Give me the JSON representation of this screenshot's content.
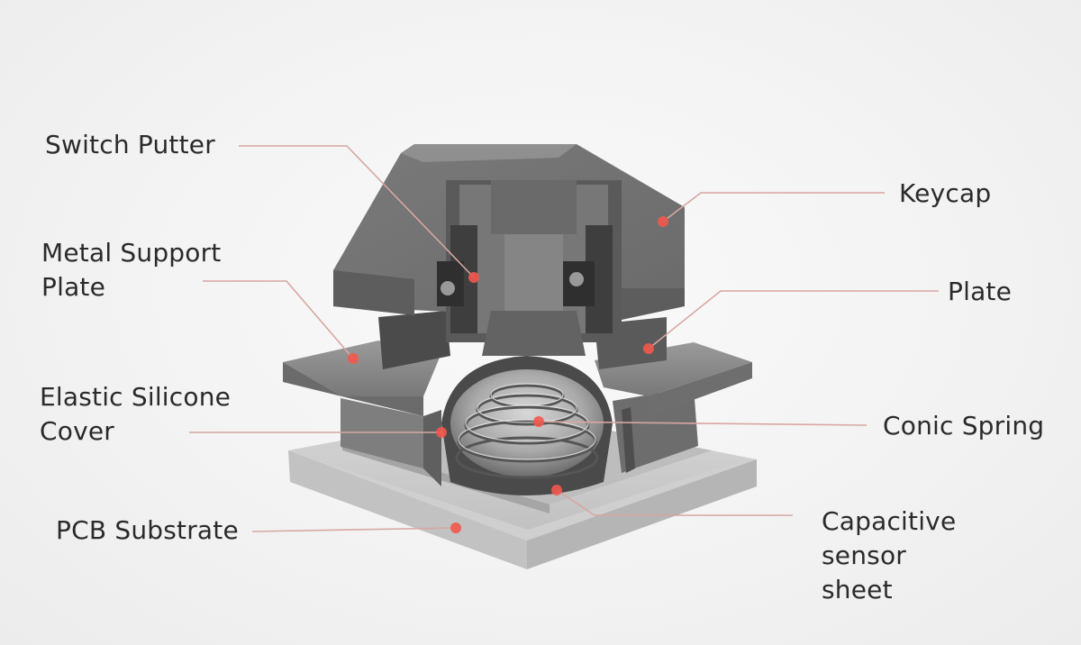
{
  "labels": {
    "switch_putter": "Switch Putter",
    "metal_support_plate": "Metal Support\nPlate",
    "elastic_silicone_cover": "Elastic Silicone\nCover",
    "pcb_substrate": "PCB Substrate",
    "keycap": "Keycap",
    "plate": "Plate",
    "conic_spring": "Conic Spring",
    "capacitive_sensor_sheet": "Capacitive\nsensor\nsheet"
  },
  "colors": {
    "leader_line": "#d7a7a2",
    "marker_dot": "#f1584c",
    "background": "#f3f3f3"
  }
}
